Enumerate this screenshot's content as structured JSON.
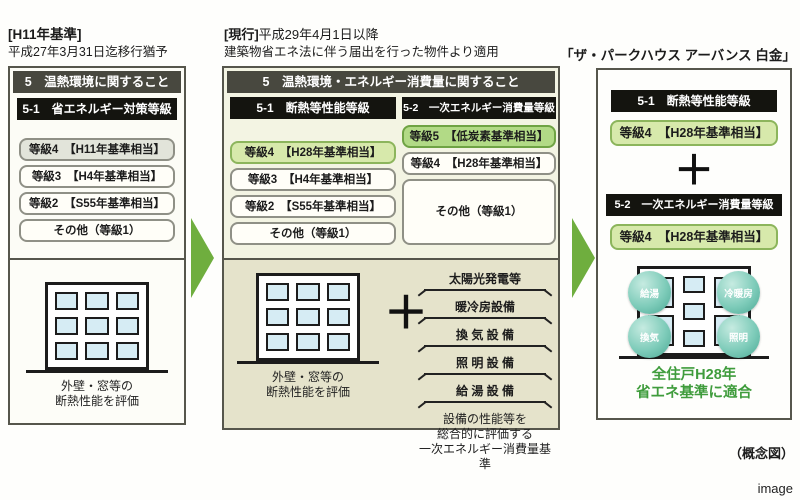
{
  "colors": {
    "panel_border": "#56564c",
    "section_bar": "#48483f",
    "black_bar": "#14140f",
    "green_row": "#d7e9ab",
    "green_row_bright": "#b2da86",
    "gray_row": "#e2e4da",
    "beige_section": "#e5e3cb",
    "arrow_green": "#6fae3e",
    "window_blue": "#d6ecf4",
    "circle_teal": "#4aa894",
    "green_text": "#3f9c3c"
  },
  "left_panel": {
    "title_line1": "[H11年基準]",
    "title_line2": "平成27年3月31日迄移行猶予",
    "section_header": "5　温熱環境に関すること",
    "sub_header": "5-1　省エネルギー対策等級",
    "grades": [
      "等級4　【H11年基準相当】",
      "等級3　【H4年基準相当】",
      "等級2　【S55年基準相当】",
      "その他（等級1）"
    ],
    "caption_line1": "外壁・窓等の",
    "caption_line2": "断熱性能を評価"
  },
  "middle_panel": {
    "title_prefix": "[現行]",
    "title_rest": "平成29年4月1日以降",
    "title_line2": "建築物省エネ法に伴う届出を行った物件より適用",
    "section_header": "5　温熱環境・エネルギー消費量に関すること",
    "col1": {
      "header": "5-1　断熱等性能等級",
      "grades": [
        "等級4　【H28年基準相当】",
        "等級3　【H4年基準相当】",
        "等級2　【S55年基準相当】",
        "その他（等級1）"
      ],
      "caption_line1": "外壁・窓等の",
      "caption_line2": "断熱性能を評価"
    },
    "col2": {
      "header": "5-2　一次エネルギー消費量等級",
      "grades": [
        "等級5　【低炭素基準相当】",
        "等級4　【H28年基準相当】",
        "その他（等級1）"
      ],
      "equipment": [
        "太陽光発電等",
        "暖冷房設備",
        "換 気 設 備",
        "照 明 設 備",
        "給 湯 設 備"
      ],
      "caption_line1": "設備の性能等を",
      "caption_line2": "総合的に評価する",
      "caption_line3": "一次エネルギー消費量基準"
    },
    "plus": "＋"
  },
  "right_panel": {
    "title": "「ザ・パークハウス アーバンス 白金」",
    "sec1_header": "5-1　断熱等性能等級",
    "sec1_grade": "等級4　【H28年基準相当】",
    "plus": "＋",
    "sec2_header": "5-2　一次エネルギー消費量等級",
    "sec2_grade": "等級4　【H28年基準相当】",
    "circles": [
      "給湯",
      "冷暖房",
      "換気",
      "照明"
    ],
    "caption_line1": "全住戸H28年",
    "caption_line2": "省エネ基準に適合"
  },
  "footer": {
    "note": "（概念図）",
    "watermark": "image"
  }
}
